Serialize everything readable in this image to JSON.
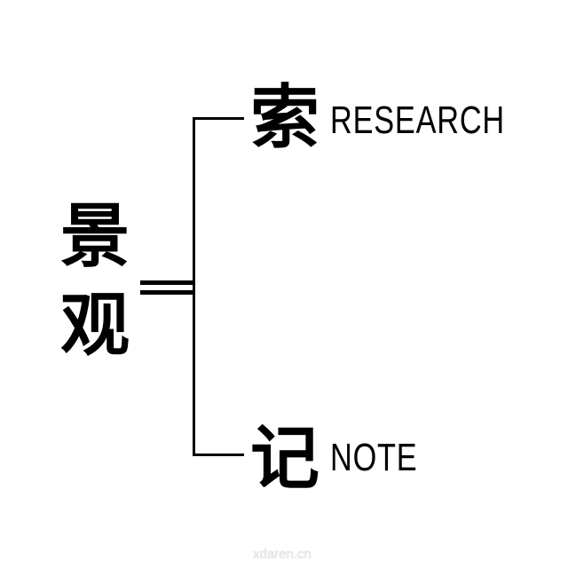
{
  "root": {
    "chars": [
      "景",
      "观"
    ],
    "label": "景观"
  },
  "branches": [
    {
      "char": "索",
      "english": "RESEARCH"
    },
    {
      "char": "记",
      "english": "NOTE"
    }
  ],
  "watermark": "xdaren.cn",
  "colors": {
    "background": "#ffffff",
    "ink": "#000000"
  }
}
